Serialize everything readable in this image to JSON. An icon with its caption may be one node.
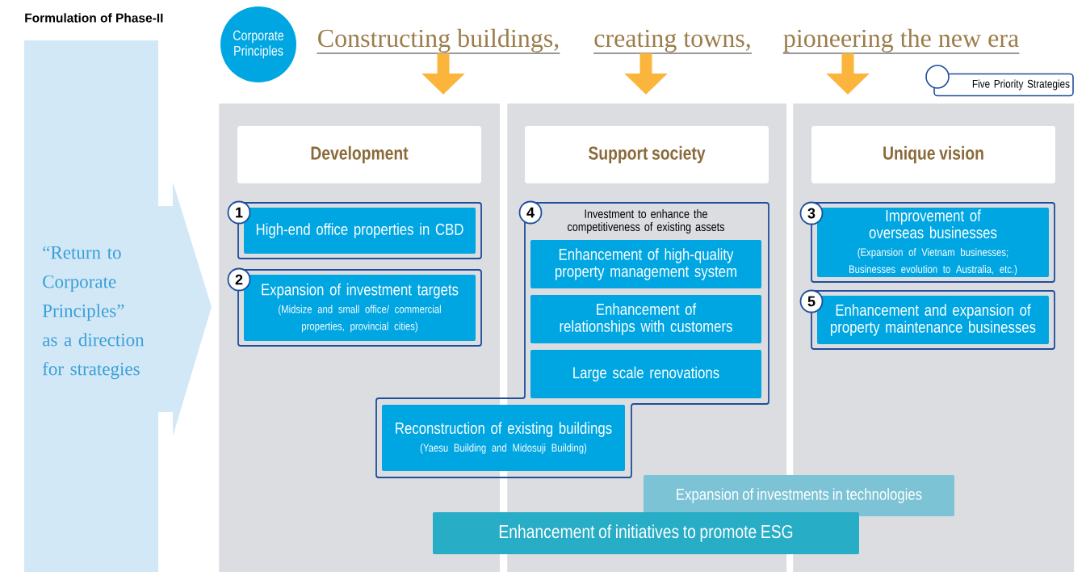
{
  "diagram": {
    "title": "Formulation of Phase-II",
    "nodes": [
      {
        "text": [
          "Corporate Principles"
        ]
      },
      {
        "text": [
          "Constructing buildings,"
        ]
      },
      {
        "text": [
          "creating towns,"
        ]
      },
      {
        "text": [
          "pioneering the new era"
        ]
      },
      {
        "text": [
          "Five Priority Strategies"
        ]
      },
      {
        "text": [
          "“Return to Corporate Principles” as a direction for strategies"
        ]
      },
      {
        "text": [
          "Development"
        ]
      },
      {
        "text": [
          "1"
        ],
        "in": 6
      },
      {
        "text": [
          "High-end office properties in CBD"
        ],
        "in": 7
      },
      {
        "text": [
          "2"
        ],
        "in": 6
      },
      {
        "text": [
          "Expansion of investment targets",
          "(Midsize and small office/ commercial properties, provincial cities)"
        ],
        "in": 9
      },
      {
        "text": [
          "Support society"
        ]
      },
      {
        "text": [
          "4",
          "Investment to enhance the competitiveness of existing assets"
        ]
      },
      {
        "text": [
          "Enhancement of high-quality property management system"
        ]
      },
      {
        "text": [
          "Enhancement of relationships with customers"
        ]
      },
      {
        "text": [
          "Large scale renovations"
        ]
      },
      {
        "text": [
          "Reconstruction of existing buildings",
          "(Yaesu Building and Midosuji Building)"
        ],
        "in": 12
      },
      {
        "text": [
          "Unique vision"
        ]
      },
      {
        "text": [
          "3"
        ],
        "in": 17
      },
      {
        "text": [
          "Improvement of overseas businesses",
          "(Expansion of Vietnam businesses; Businesses evolution to Australia, etc.)"
        ],
        "in": 18
      },
      {
        "text": [
          "5"
        ],
        "in": 17
      },
      {
        "text": [
          "Enhancement and expansion of property maintenance businesses"
        ],
        "in": 20
      },
      {
        "text": [
          "Expansion of investments in technologies"
        ]
      },
      {
        "text": [
          "Enhancement of initiatives to promote ESG"
        ]
      }
    ],
    "edges": [
      {
        "from": 1,
        "to": 6,
        "arrow": "to"
      },
      {
        "from": 2,
        "to": 11,
        "arrow": "to"
      },
      {
        "from": 3,
        "to": 17,
        "arrow": "to"
      }
    ]
  }
}
